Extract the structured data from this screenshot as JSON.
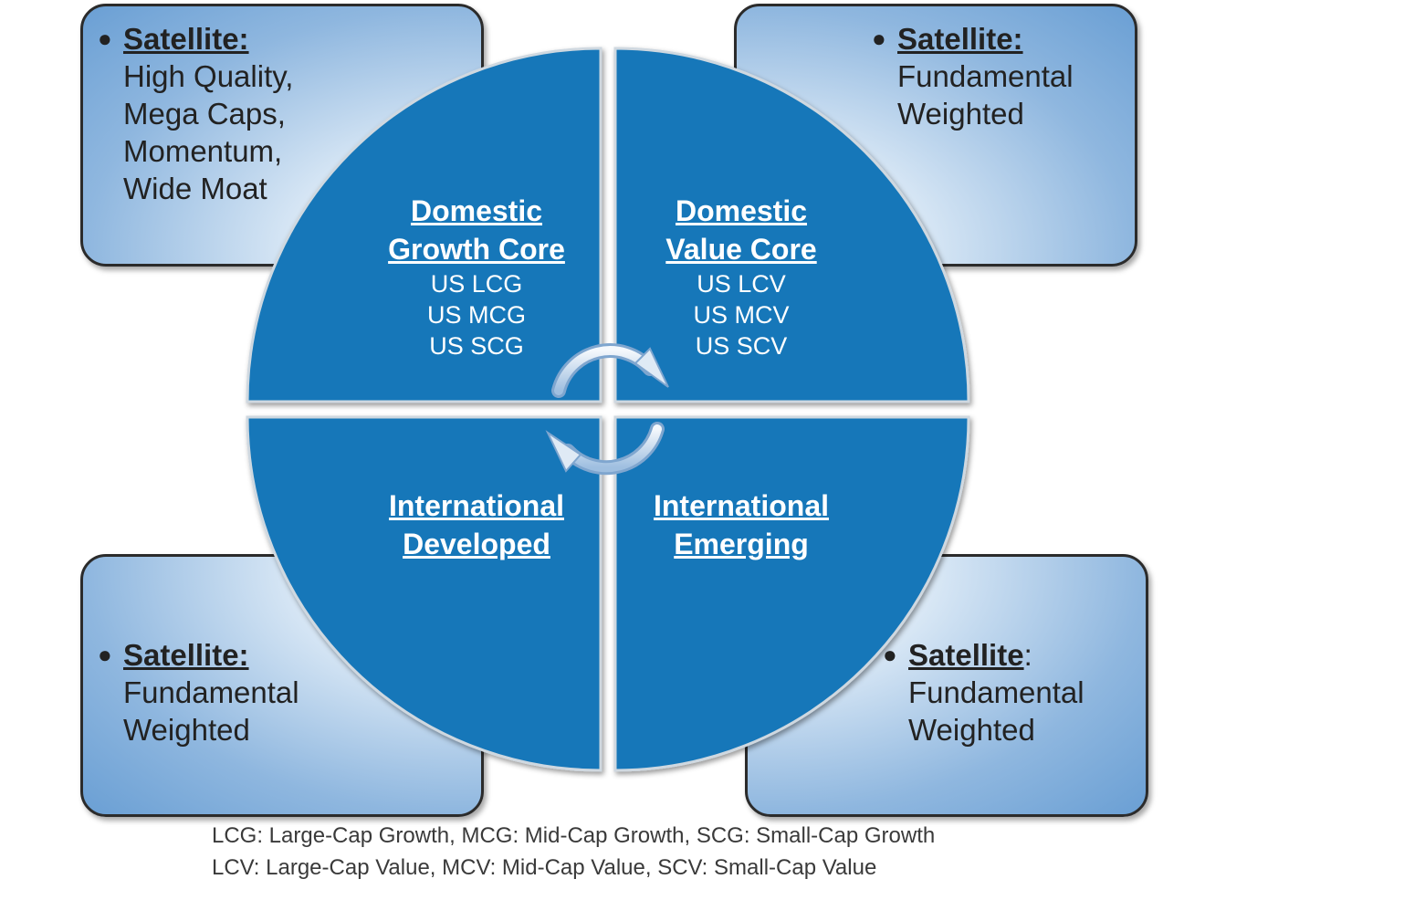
{
  "satellites": {
    "top_left": {
      "head": "Satellite:",
      "lines": [
        "High Quality,",
        "Mega Caps,",
        "Momentum,",
        "Wide Moat"
      ]
    },
    "top_right": {
      "head": "Satellite:",
      "lines": [
        "Fundamental",
        "Weighted"
      ]
    },
    "bottom_left": {
      "head": "Satellite:",
      "lines": [
        "Fundamental",
        "Weighted"
      ]
    },
    "bottom_right": {
      "head": "Satellite",
      "suffix": ":",
      "lines": [
        "Fundamental",
        "Weighted"
      ]
    }
  },
  "quadrants": {
    "growth": {
      "title1": "Domestic",
      "title2": "Growth Core",
      "items": [
        "US LCG",
        "US MCG",
        "US SCG"
      ]
    },
    "value": {
      "title1": "Domestic",
      "title2": "Value Core",
      "items": [
        "US LCV",
        "US MCV",
        "US SCV"
      ]
    },
    "developed": {
      "title1": "International",
      "title2": "Developed"
    },
    "emerging": {
      "title1": "International",
      "title2": "Emerging"
    }
  },
  "legend": {
    "line1": "LCG: Large-Cap Growth, MCG: Mid-Cap Growth, SCG: Small-Cap Growth",
    "line2": "LCV:  Large-Cap Value, MCV: Mid-Cap Value, SCV: Small-Cap Value"
  },
  "colors": {
    "quadrant_fill": "#1577b9",
    "box_gradient_dark": "#6a9fd4",
    "arrow": "#a9c8e8"
  }
}
